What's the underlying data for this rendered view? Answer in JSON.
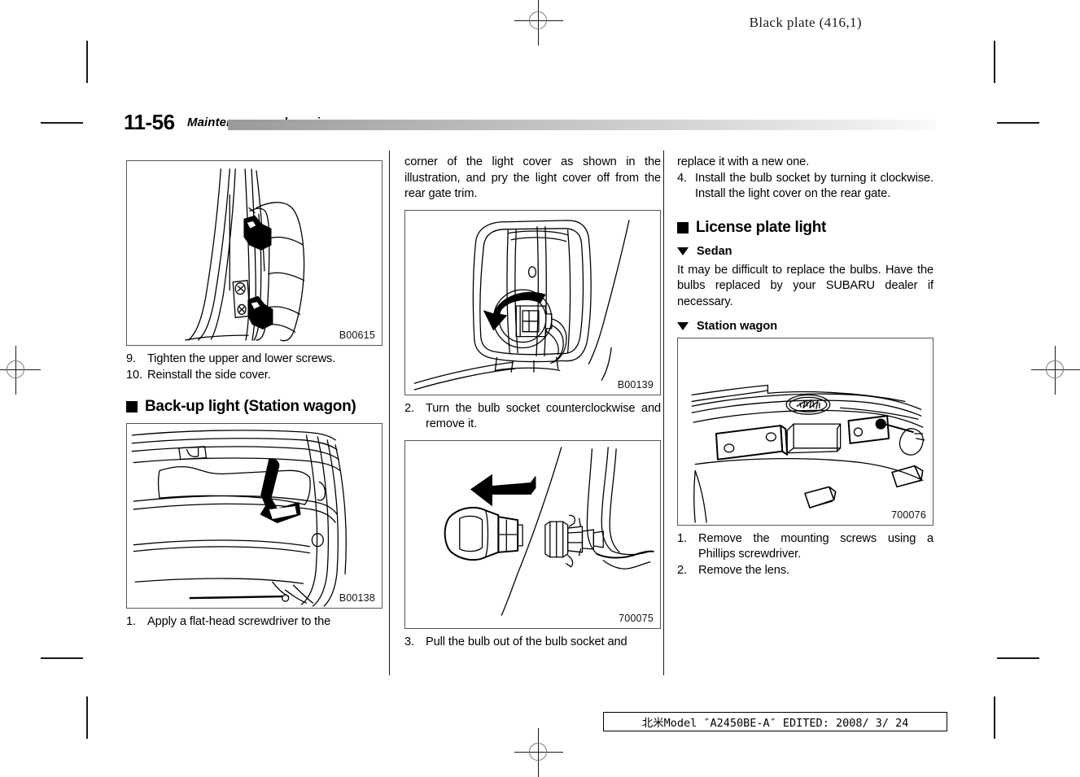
{
  "header": {
    "black_plate": "Black plate (416,1)",
    "chapter_number": "11-56",
    "chapter_title": "Maintenance and service"
  },
  "columns": {
    "left": {
      "figure_1": {
        "id": "B00615",
        "caption_icon": "tail-light-assembly-diagram"
      },
      "steps_after_figure_1": [
        {
          "num": "9.",
          "text": "Tighten the upper and lower screws."
        },
        {
          "num": "10.",
          "text": "Reinstall the side cover."
        }
      ],
      "section_heading": "Back-up light (Station wagon)",
      "figure_2": {
        "id": "B00138",
        "caption_icon": "rear-gate-trim-screwdriver-diagram"
      },
      "step_1": {
        "num": "1.",
        "text": "Apply a flat-head screwdriver to the"
      }
    },
    "middle": {
      "continued_paragraph": "corner of the light cover as shown in the illustration, and pry the light cover off from the rear gate trim.",
      "figure_3": {
        "id": "B00139",
        "caption_icon": "bulb-socket-rotate-diagram"
      },
      "step_2": {
        "num": "2.",
        "text": "Turn the bulb socket counterclockwise and remove it."
      },
      "figure_4": {
        "id": "700075",
        "caption_icon": "bulb-pull-out-diagram"
      },
      "step_3": {
        "num": "3.",
        "text": "Pull the bulb out of the bulb socket and"
      }
    },
    "right": {
      "continued_paragraph": "replace it with a new one.",
      "step_4": {
        "num": "4.",
        "text": "Install the bulb socket by turning it clockwise. Install the light cover on the rear gate."
      },
      "section_heading": "License plate light",
      "sub_heading_sedan": "Sedan",
      "sedan_paragraph": "It may be difficult to replace the bulbs. Have the bulbs replaced by your SUBARU dealer if necessary.",
      "sub_heading_station_wagon": "Station wagon",
      "figure_5": {
        "id": "700076",
        "caption_icon": "license-plate-light-diagram"
      },
      "steps": [
        {
          "num": "1.",
          "text": "Remove the mounting screws using a Phillips screwdriver."
        },
        {
          "num": "2.",
          "text": "Remove the lens."
        }
      ]
    }
  },
  "footer": {
    "text": "北米Model ″A2450BE-A″ EDITED: 2008/ 3/ 24"
  },
  "colors": {
    "ink": "#000000",
    "rule": "#1a1a1a",
    "title_bar_dark": "#9a9a9a",
    "title_bar_light": "#fafafa",
    "figure_border": "#555555"
  }
}
